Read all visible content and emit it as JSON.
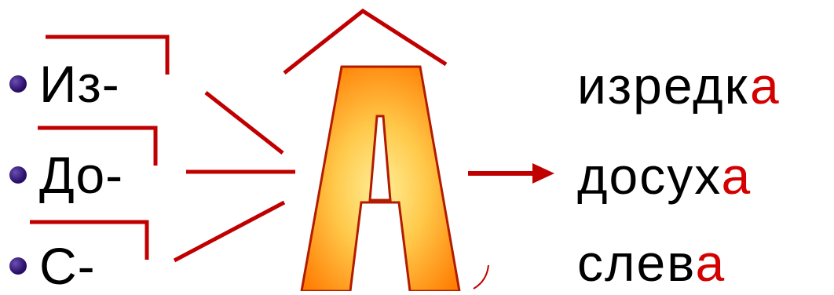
{
  "prefixes": [
    {
      "text": "Из-"
    },
    {
      "text": "До-"
    },
    {
      "text": "С-"
    }
  ],
  "center_letter": "A",
  "words": [
    {
      "stem": "изредк",
      "ending": "а"
    },
    {
      "stem": "досух",
      "ending": "а"
    },
    {
      "stem": "слев",
      "ending": "а"
    }
  ],
  "colors": {
    "line": "#c00000",
    "ending": "#d40000",
    "bullet": "#2b0f6b",
    "letter_fill_top": "#ff8a00",
    "letter_fill_bottom": "#ffe680",
    "letter_outline": "#b31b00"
  }
}
